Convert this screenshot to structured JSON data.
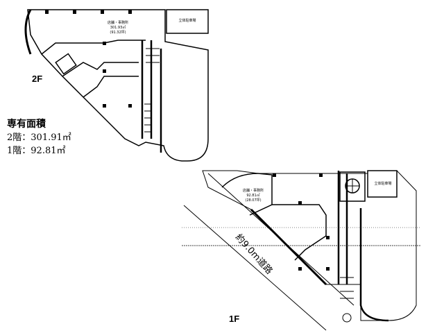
{
  "floors": {
    "f2": {
      "label": "2F",
      "unit_name": "店舗・事務所",
      "unit_area": "301.93㎡",
      "unit_tsubo": "(91.32坪)",
      "parking": "立体駐車場"
    },
    "f1": {
      "label": "1F",
      "unit_name": "店舗・事務所",
      "unit_area": "92.81㎡",
      "unit_tsubo": "(28.07坪)",
      "parking": "立体駐車場"
    }
  },
  "area_summary": {
    "heading": "専有面積",
    "floor2": "2階：301.91㎡",
    "floor1": "1階：92.81㎡"
  },
  "road_label": "約9.0m道路"
}
